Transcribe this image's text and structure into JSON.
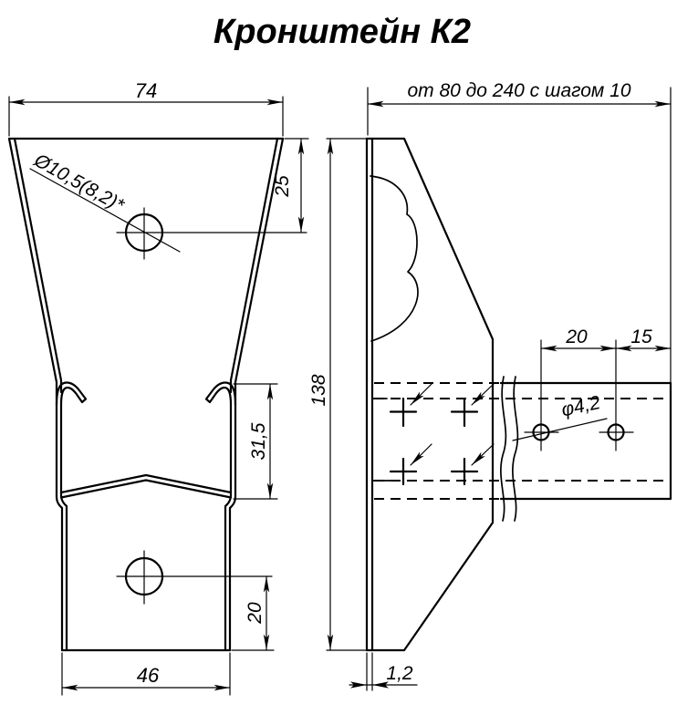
{
  "title": "Кронштейн К2",
  "front_view": {
    "top_width": "74",
    "hole_callout": "Ø10,5(8,2)*",
    "hole_top_offset": "25",
    "clip_height": "31,5",
    "bottom_hole_offset": "20",
    "bottom_width": "46"
  },
  "side_view": {
    "arm_length_note": "от 80 до 240 с шагом 10",
    "body_height": "138",
    "hole_pitch": "20",
    "hole_end_offset": "15",
    "hole_callout": "φ4,2",
    "sheet_thickness": "1,2"
  }
}
